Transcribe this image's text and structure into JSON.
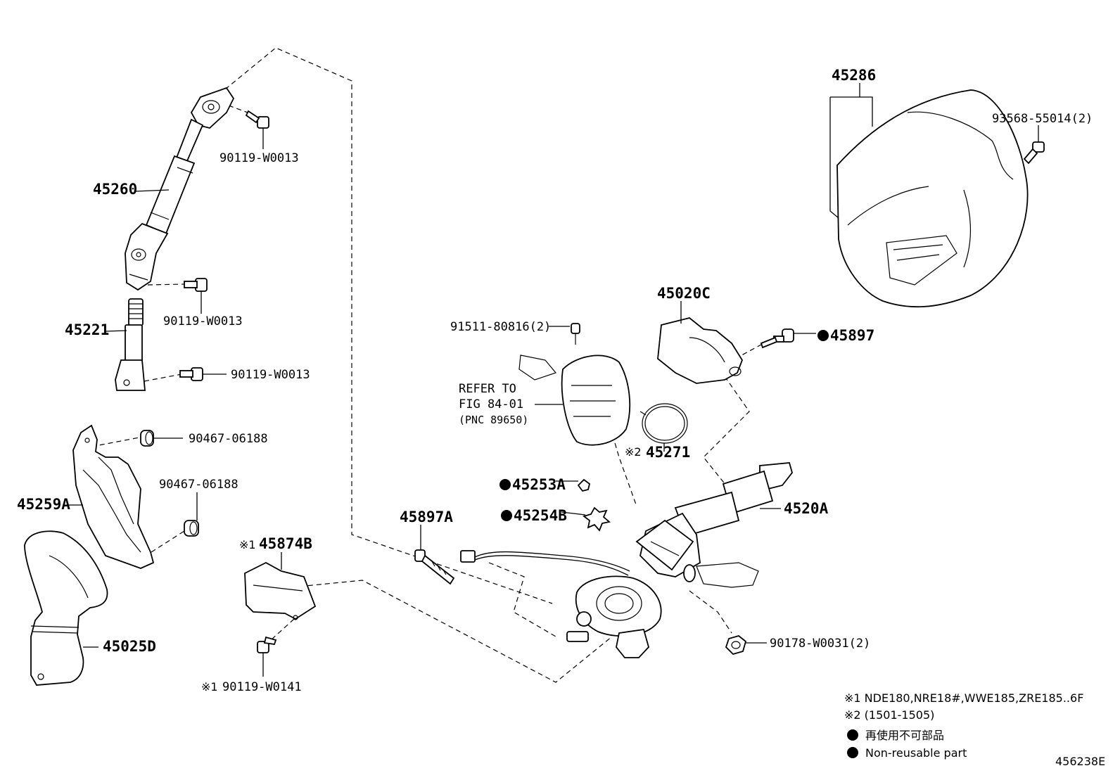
{
  "parts": {
    "p45260": "45260",
    "p45221": "45221",
    "bolt_w0013_a": "90119-W0013",
    "bolt_w0013_b": "90119-W0013",
    "bolt_w0013_c": "90119-W0013",
    "clip_06188_a": "90467-06188",
    "clip_06188_b": "90467-06188",
    "p45259A": "45259A",
    "p45025D": "45025D",
    "p45874B": "45874B",
    "p45874B_mark": "※1",
    "bolt_w0141": "90119-W0141",
    "bolt_w0141_mark": "※1",
    "p45286": "45286",
    "screw_55014": "93568-55014(2)",
    "p45020C": "45020C",
    "p45897": "45897",
    "screw_80816": "91511-80816(2)",
    "refer_line1": "REFER TO",
    "refer_line2": "FIG 84-01",
    "refer_line3": "(PNC 89650)",
    "p45271": "45271",
    "p45271_mark": "※2",
    "p45253A": "45253A",
    "p45254B": "45254B",
    "p45897A": "45897A",
    "p4520A": "4520A",
    "nut_w0031": "90178-W0031(2)"
  },
  "notes": {
    "note1": "※1 NDE180,NRE18#,WWE185,ZRE185..6F",
    "note2": "※2 (1501-1505)",
    "note3": "再使用不可部品",
    "note4": "Non-reusable part"
  },
  "figure_id": "456238E"
}
